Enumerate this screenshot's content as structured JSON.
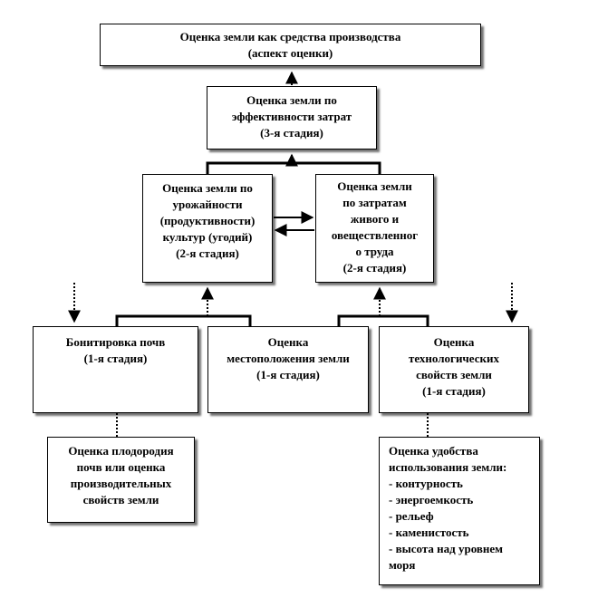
{
  "nodes": {
    "top": {
      "lines": [
        "Оценка земли как средства производства",
        "(аспект оценки)"
      ]
    },
    "stage3": {
      "lines": [
        "Оценка земли по",
        "эффективности  затрат",
        "(3-я стадия)"
      ]
    },
    "yield": {
      "lines": [
        "Оценка земли по",
        "урожайности",
        "(продуктивности)",
        "культур  (угодий)",
        "(2-я стадия)"
      ]
    },
    "costs": {
      "lines": [
        "Оценка земли",
        "по затратам",
        "живого и",
        "овеществленног",
        "о труда",
        "(2-я стадия)"
      ]
    },
    "soil": {
      "lines": [
        "Бонитировка почв",
        "(1-я стадия)"
      ]
    },
    "location": {
      "lines": [
        "Оценка",
        "местоположения земли",
        "(1-я стадия)"
      ]
    },
    "tech": {
      "lines": [
        "Оценка",
        "технологических",
        "свойств земли",
        "(1-я стадия)"
      ]
    },
    "fertility": {
      "lines": [
        "Оценка плодородия",
        "почв или оценка",
        "производительных",
        "свойств земли"
      ]
    },
    "convenience": {
      "lines": [
        "Оценка удобства",
        "использования земли:",
        "- контурность",
        "- энергоемкость",
        "- рельеф",
        "- каменистость",
        "- высота над уровнем",
        "моря"
      ]
    }
  }
}
